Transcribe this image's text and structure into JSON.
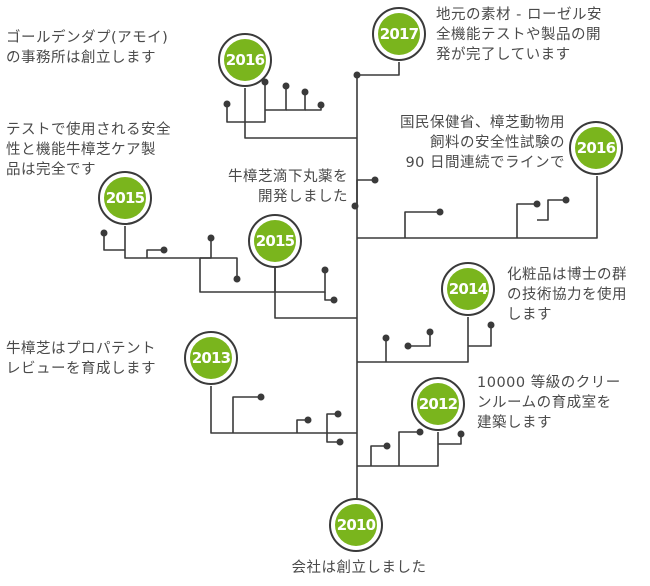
{
  "colors": {
    "accent": "#7ab51d",
    "line": "#3a3a3a",
    "text": "#4a4a4a"
  },
  "milestones": [
    {
      "id": "m2010",
      "year": "2010",
      "lines": [
        "会社は創立しました"
      ]
    },
    {
      "id": "m2012",
      "year": "2012",
      "lines": [
        "10000 等級のクリー",
        "ンルームの育成室を",
        "建築します"
      ]
    },
    {
      "id": "m2013",
      "year": "2013",
      "lines": [
        "牛樟芝はプロパテント",
        "レビューを育成します"
      ]
    },
    {
      "id": "m2014",
      "year": "2014",
      "lines": [
        "化粧品は博士の群",
        "の技術協力を使用",
        "します"
      ]
    },
    {
      "id": "m2015a",
      "year": "2015",
      "lines": [
        "テストで使用される安全",
        "性と機能牛樟芝ケア製",
        "品は完全です"
      ]
    },
    {
      "id": "m2015b",
      "year": "2015",
      "lines": [
        "牛樟芝滴下丸薬を",
        "開発しました"
      ]
    },
    {
      "id": "m2016a",
      "year": "2016",
      "lines": [
        "国民保健省、樟芝動物用",
        "飼料の安全性試験の",
        "90 日間連続でラインで"
      ]
    },
    {
      "id": "m2016b",
      "year": "2016",
      "lines": [
        "ゴールデンダプ(アモイ)",
        "の事務所は創立します"
      ]
    },
    {
      "id": "m2017",
      "year": "2017",
      "lines": [
        "地元の素材 - ローゼル安",
        "全機能テストや製品の開",
        "発が完了しています"
      ]
    }
  ]
}
